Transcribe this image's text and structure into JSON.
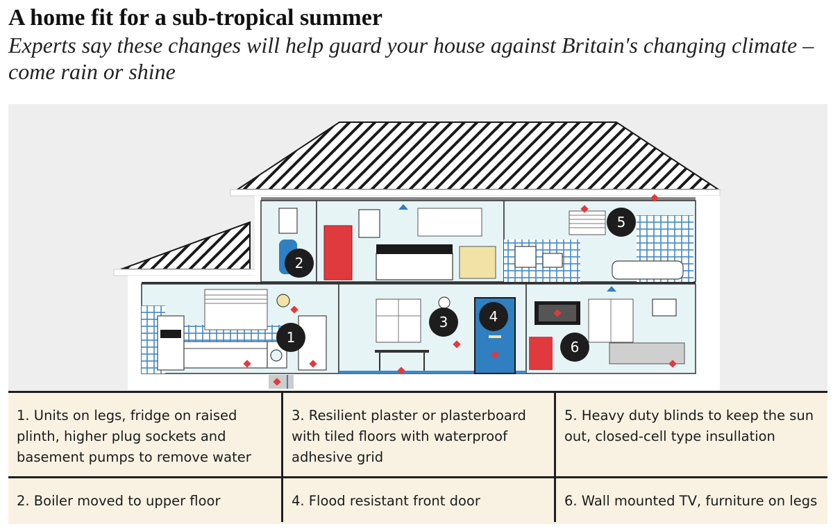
{
  "title": "A home fit for a sub-tropical summer",
  "subtitle": "Experts say these changes will help guard your house against Britain's changing climate – come rain or shine",
  "markers": [
    "1",
    "2",
    "3",
    "4",
    "5",
    "6"
  ],
  "colors": {
    "accent_red": "#e03a3e",
    "marker_bg": "#1d1d1d",
    "wall_fill": "#e6f4f6",
    "tile_blue": "#3e88c7",
    "door_blue": "#2f7fc1",
    "legend_bg": "#f9f2e3",
    "illustration_bg": "#eeeeee"
  },
  "legend": [
    {
      "number": "1",
      "text": "1. Units on legs, fridge on raised plinth, higher plug sockets and basement pumps to remove water"
    },
    {
      "number": "3",
      "text": "3. Resilient plaster or plasterboard with tiled floors with waterproof adhesive grid"
    },
    {
      "number": "5",
      "text": "5. Heavy duty blinds to keep the sun out, closed-cell type insullation"
    },
    {
      "number": "2",
      "text": "2. Boiler moved to upper floor"
    },
    {
      "number": "4",
      "text": "4. Flood resistant front door"
    },
    {
      "number": "6",
      "text": "6. Wall mounted TV, furniture on legs"
    }
  ]
}
